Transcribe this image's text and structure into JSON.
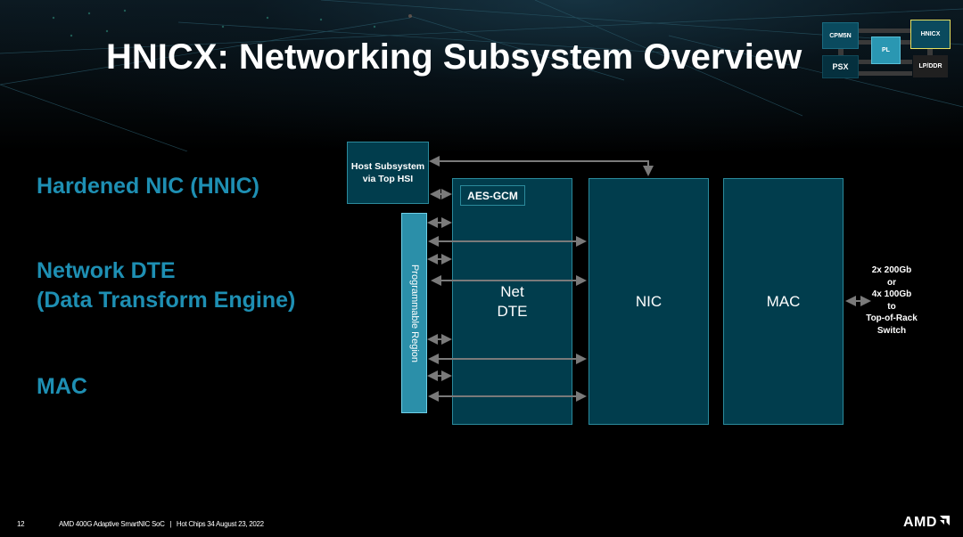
{
  "slide": {
    "title": "HNICX: Networking Subsystem Overview",
    "page_number": "12",
    "footer_text": "AMD 400G Adaptive SmartNIC SoC   |   Hot Chips 34 August 23, 2022",
    "logo": "AMD",
    "accent_color": "#1e8fb3"
  },
  "side_labels": [
    "Hardened NIC (HNIC)",
    "Network DTE",
    "(Data Transform Engine)",
    "MAC"
  ],
  "mini_map": {
    "blocks": [
      "CPM5N",
      "PSX",
      "PL",
      "HNICX",
      "LP/DDR"
    ],
    "highlighted": "HNICX"
  },
  "diagram": {
    "host_line1": "Host Subsystem",
    "host_line2": "via Top HSI",
    "aes": "AES-GCM",
    "prog_region": "Programmable Region",
    "net_dte_line1": "Net",
    "net_dte_line2": "DTE",
    "nic": "NIC",
    "mac": "MAC",
    "port_lines": [
      "2x 200Gb",
      "or",
      "4x 100Gb",
      "to",
      "Top-of-Rack",
      "Switch"
    ]
  }
}
